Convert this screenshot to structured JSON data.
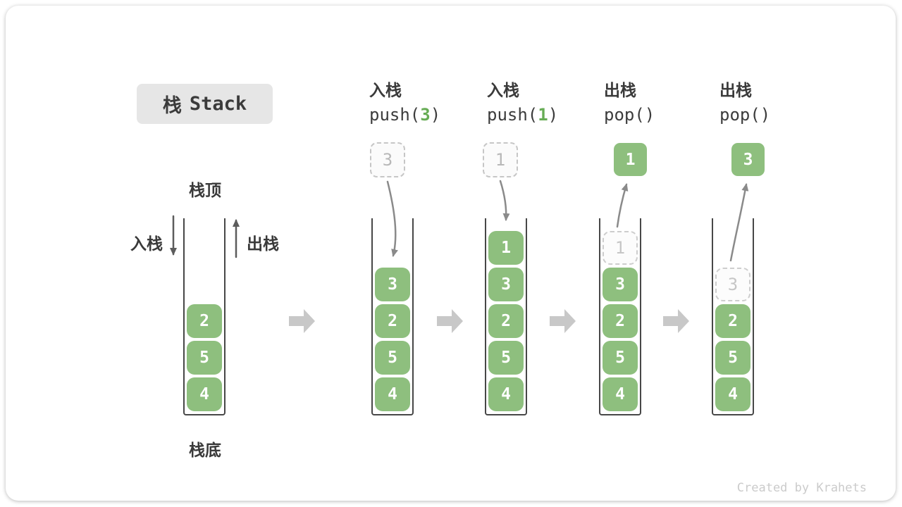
{
  "title": {
    "zh": "栈",
    "en": "Stack"
  },
  "side_labels": {
    "push": "入栈",
    "pop": "出栈",
    "top": "栈顶",
    "bottom": "栈底"
  },
  "steps": [
    {
      "name": "initial-state",
      "blocks": [
        "2",
        "5",
        "4"
      ]
    },
    {
      "name": "push-3",
      "label": "入栈",
      "code_pre": "push(",
      "code_arg": "3",
      "code_post": ")",
      "floating": "3",
      "blocks": [
        "3",
        "2",
        "5",
        "4"
      ]
    },
    {
      "name": "push-1",
      "label": "入栈",
      "code_pre": "push(",
      "code_arg": "1",
      "code_post": ")",
      "floating": "1",
      "blocks": [
        "1",
        "3",
        "2",
        "5",
        "4"
      ]
    },
    {
      "name": "pop-1",
      "label": "出栈",
      "code_pre": "pop()",
      "code_arg": "",
      "code_post": "",
      "floating": "1",
      "ghost": "1",
      "blocks": [
        "3",
        "2",
        "5",
        "4"
      ]
    },
    {
      "name": "pop-3",
      "label": "出栈",
      "code_pre": "pop()",
      "code_arg": "",
      "code_post": "",
      "floating": "3",
      "ghost": "3",
      "blocks": [
        "2",
        "5",
        "4"
      ]
    }
  ],
  "watermark": "Created by Krahets",
  "colors": {
    "block_green": "#8EBF7E",
    "code_arg_green": "#67AC55",
    "step_arrow_gray": "#C8C8C8",
    "curve_arrow_gray": "#8A8A8A",
    "dark_text": "#3A3A3A",
    "ghost_gray": "#C6C6C6",
    "title_box_bg": "#E6E6E6"
  }
}
